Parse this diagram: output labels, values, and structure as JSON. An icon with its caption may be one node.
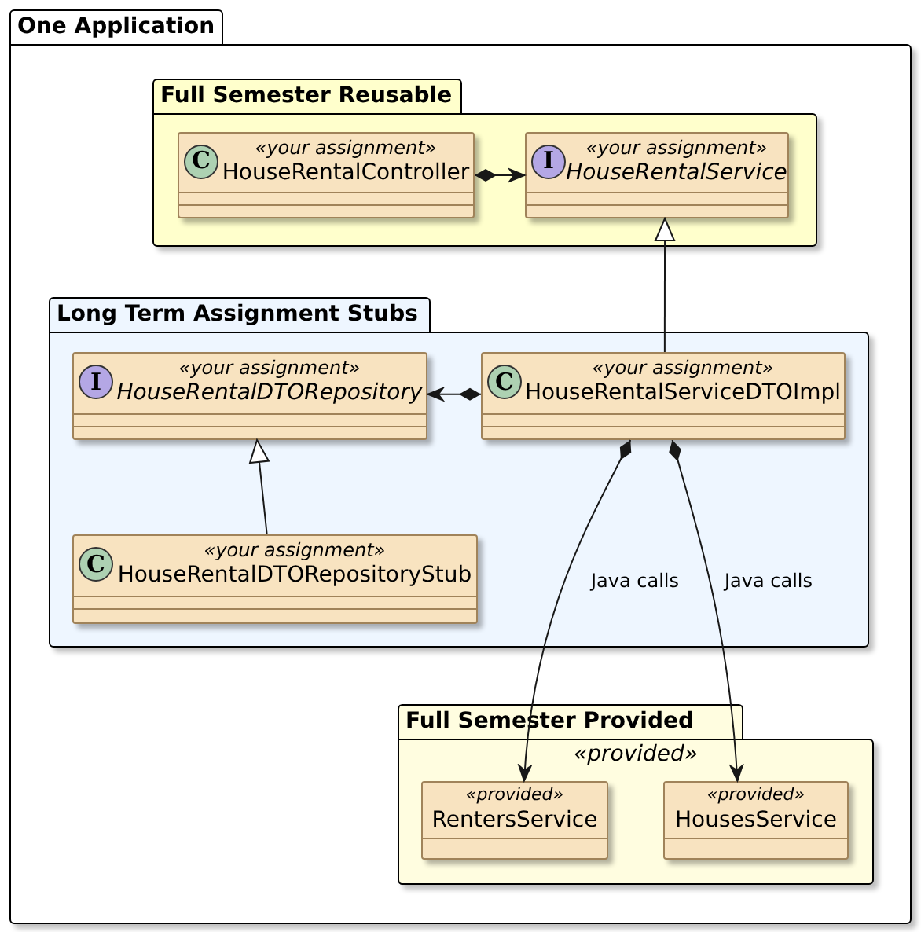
{
  "diagram": {
    "nodes": [
      {
        "text": [
          "One Application"
        ]
      },
      {
        "text": [
          "Full Semester Reusable"
        ],
        "in": 0
      },
      {
        "text": [
          "C",
          "«your assignment»",
          "HouseRentalController"
        ],
        "in": 1
      },
      {
        "text": [
          "I",
          "«your assignment»",
          "HouseRentalService"
        ],
        "in": 1
      },
      {
        "text": [
          "Long Term Assignment Stubs"
        ],
        "in": 0
      },
      {
        "text": [
          "I",
          "«your assignment»",
          "HouseRentalDTORepository"
        ],
        "in": 4
      },
      {
        "text": [
          "C",
          "«your assignment»",
          "HouseRentalServiceDTOImpl"
        ],
        "in": 4
      },
      {
        "text": [
          "C",
          "«your assignment»",
          "HouseRentalDTORepositoryStub"
        ],
        "in": 4
      },
      {
        "text": [
          "Full Semester Provided",
          "«provided»"
        ],
        "in": 0
      },
      {
        "text": [
          "«provided»",
          "RentersService"
        ],
        "in": 8
      },
      {
        "text": [
          "«provided»",
          "HousesService"
        ],
        "in": 8
      }
    ],
    "edges": [
      {
        "from": 2,
        "to": 3,
        "arrow": "to"
      },
      {
        "from": 6,
        "to": 3,
        "arrow": "to"
      },
      {
        "from": 6,
        "to": 5,
        "arrow": "to"
      },
      {
        "from": 7,
        "to": 5,
        "arrow": "to"
      },
      {
        "from": 6,
        "to": 9,
        "arrow": "to",
        "label": "Java calls"
      },
      {
        "from": 6,
        "to": 10,
        "arrow": "to",
        "label": "Java calls"
      }
    ]
  }
}
